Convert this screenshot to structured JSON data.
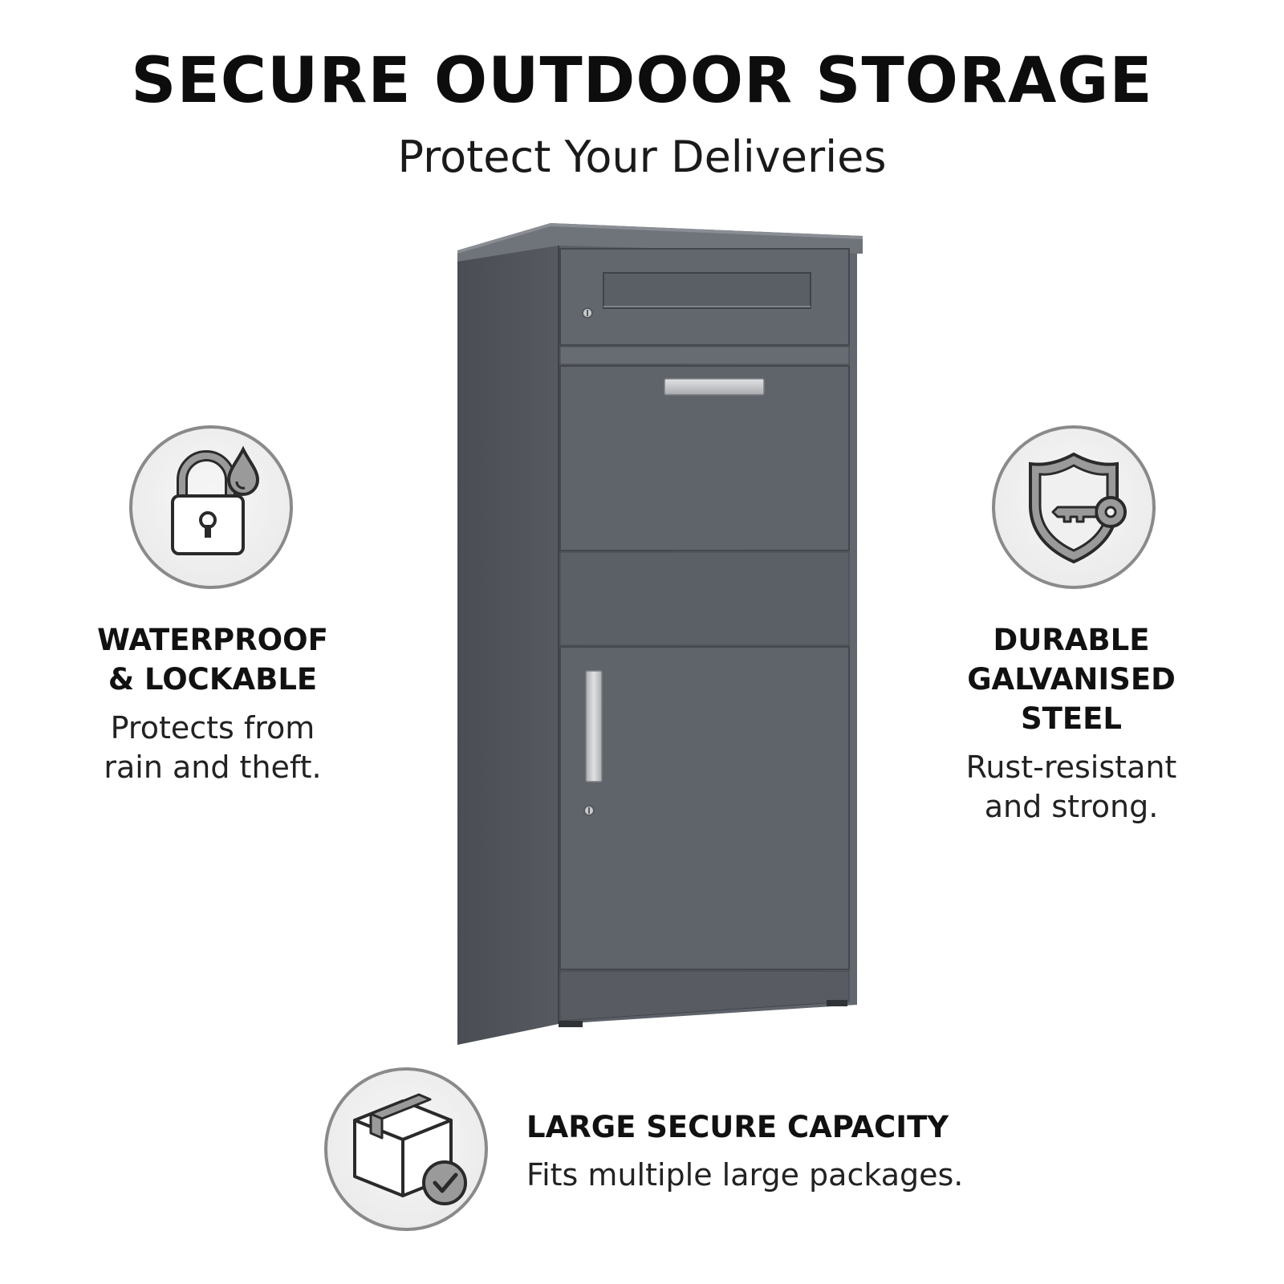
{
  "header": {
    "title": "SECURE OUTDOOR STORAGE",
    "subtitle": "Protect Your Deliveries"
  },
  "colors": {
    "cabinet_front": "#5d6168",
    "cabinet_side": "#4f5359",
    "cabinet_top": "#6e7279",
    "handle": "#c9cbcd",
    "icon_stroke": "#2a2a2a",
    "icon_fill": "#8f8f8f",
    "badge_border": "#8a8a8a"
  },
  "features": {
    "left": {
      "icon": "padlock-water-drop-icon",
      "title": "WATERPROOF\n& LOCKABLE",
      "description": "Protects from\nrain and theft."
    },
    "right": {
      "icon": "shield-key-icon",
      "title": "DURABLE\nGALVANISED\nSTEEL",
      "description": "Rust-resistant\nand strong."
    },
    "bottom": {
      "icon": "package-check-icon",
      "title": "LARGE SECURE CAPACITY",
      "description": "Fits multiple large packages."
    }
  }
}
